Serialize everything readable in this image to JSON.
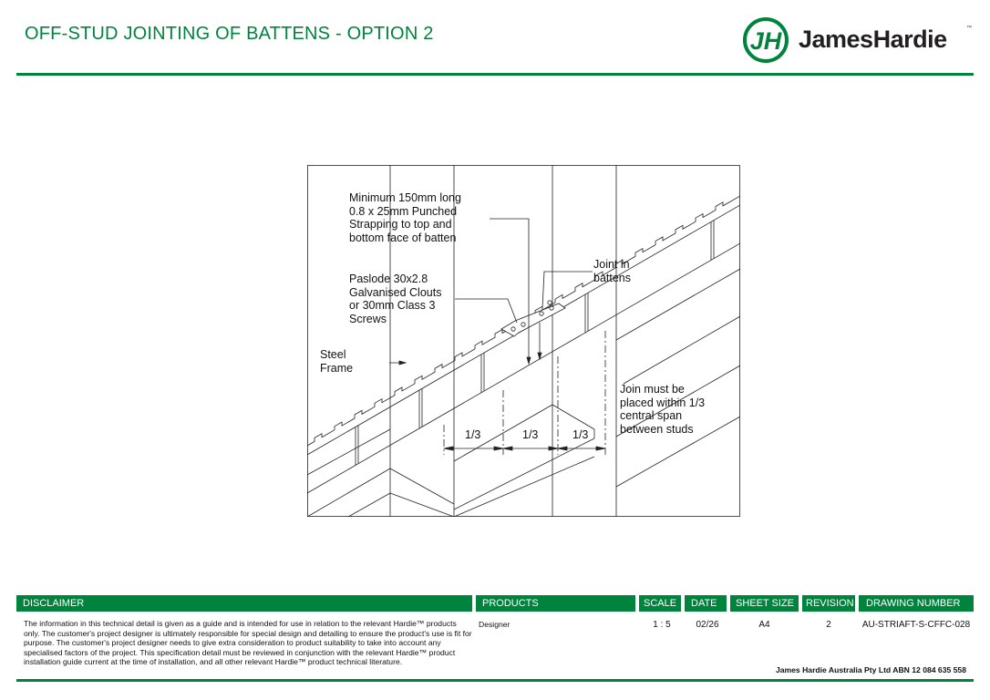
{
  "header": {
    "title": "OFF-STUD JOINTING OF BATTENS - OPTION 2",
    "logo_text": "JamesHardie",
    "logo_tm": "™",
    "brand_color": "#00843d"
  },
  "drawing": {
    "labels": {
      "strapping": "Minimum 150mm long\n0.8 x 25mm Punched\nStrapping to top and\nbottom face of batten",
      "fixings": "Paslode 30x2.8\nGalvanised Clouts\nor 30mm Class 3\nScrews",
      "steel_frame": "Steel\nFrame",
      "joint": "Joint in\nbattens",
      "join_rule": "Join must be\nplaced within 1/3\ncentral span\nbetween studs",
      "third_1": "1/3",
      "third_2": "1/3",
      "third_3": "1/3"
    }
  },
  "footer": {
    "headers": {
      "disclaimer": "DISCLAIMER",
      "products": "PRODUCTS",
      "scale": "SCALE",
      "date": "DATE",
      "sheet_size": "SHEET SIZE",
      "revision": "REVISION",
      "drawing_number": "DRAWING NUMBER"
    },
    "values": {
      "disclaimer": "The information in this technical detail is given as a guide and is intended for use in relation to the relevant Hardie™ products only. The customer's project designer is ultimately responsible for special design and detailing to ensure the product's use is fit for purpose. The customer's project designer needs to give extra consideration to product suitability to take into account any specialised factors of the project. This specification detail must be reviewed in conjunction with the relevant Hardie™ product installation guide current at the time of installation, and all other relevant Hardie™ product technical literature.",
      "products": "Designer",
      "scale": "1 : 5",
      "date": "02/26",
      "sheet_size": "A4",
      "revision": "2",
      "drawing_number": "AU-STRIAFT-S-CFFC-028"
    },
    "company": "James Hardie Australia Pty Ltd ABN 12 084 635 558"
  }
}
